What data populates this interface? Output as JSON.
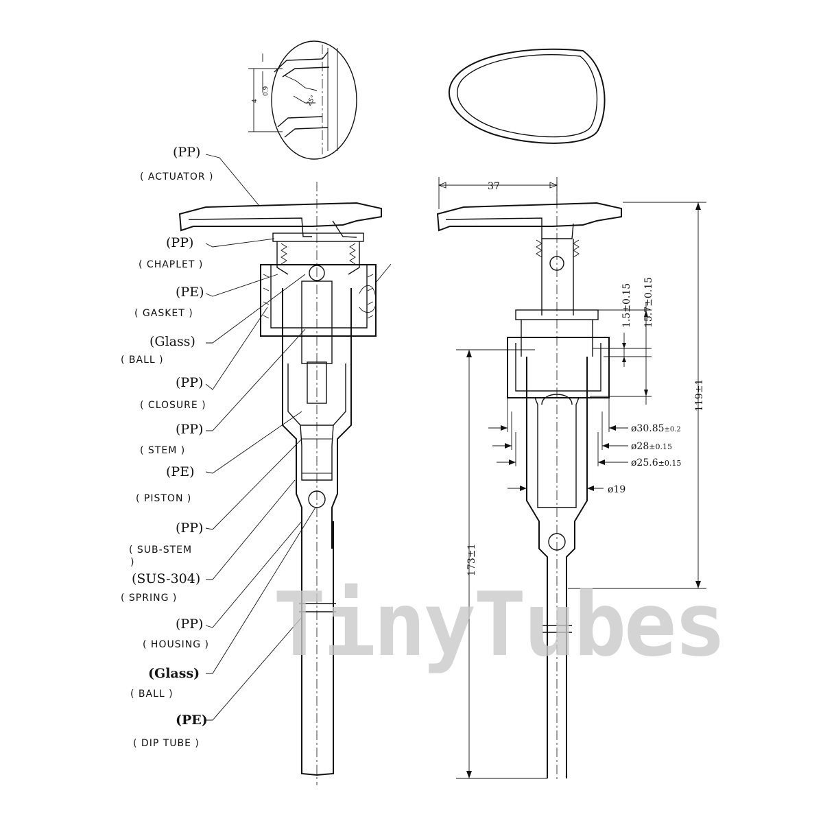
{
  "left_view": {
    "callouts": [
      {
        "material": "(PP)",
        "part": "( ACTUATOR )"
      },
      {
        "material": "(PP)",
        "part": "( CHAPLET )"
      },
      {
        "material": "(PE)",
        "part": "( GASKET )"
      },
      {
        "material": "(Glass)",
        "part": "( BALL )"
      },
      {
        "material": "(PP)",
        "part": "( CLOSURE )"
      },
      {
        "material": "(PP)",
        "part": "( STEM )"
      },
      {
        "material": "(PE)",
        "part": "( PISTON )"
      },
      {
        "material": "(PP)",
        "part": "( SUB-STEM"
      },
      {
        "material": "(SUS-304)",
        "part": "( SPRING )"
      },
      {
        "material": "(PP)",
        "part": "( HOUSING )"
      },
      {
        "material": "(Glass)",
        "part": "( BALL )"
      },
      {
        "material": "(PE)",
        "part": "( DIP TUBE )"
      }
    ],
    "subtail": ")"
  },
  "detail": {
    "labels": [
      "0.9",
      "4",
      "25°"
    ]
  },
  "right_view": {
    "dims": {
      "width_top": "37",
      "total_height": "119±1",
      "tube_length": "173±1",
      "d1_main": "ø30.85",
      "d1_tol": "±0.2",
      "d2_main": "ø28",
      "d2_tol": "±0.15",
      "d3_main": "ø25.6",
      "d3_tol": "±0.15",
      "d4": "ø19",
      "h1": "1.5±0.15",
      "h2": "15.7±0.15"
    }
  },
  "watermark": "TinyTubes"
}
